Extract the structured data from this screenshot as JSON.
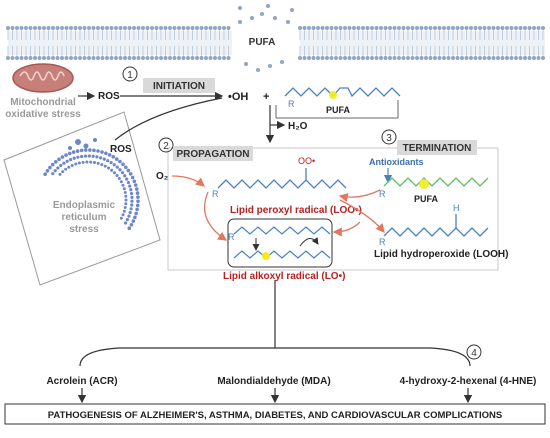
{
  "membrane": {
    "label": "PUFA"
  },
  "mito": {
    "caption_line1": "Mitochondrial",
    "caption_line2": "oxidative stress"
  },
  "er": {
    "caption_line1": "Endoplasmic",
    "caption_line2": "reticulum",
    "caption_line3": "stress"
  },
  "ros_left": "ROS",
  "ros_er": "ROS",
  "steps": {
    "initiation": {
      "number": "1",
      "label": "INITIATION"
    },
    "propagation": {
      "number": "2",
      "label": "PROPAGATION"
    },
    "termination": {
      "number": "3",
      "label": "TERMINATION"
    },
    "products": {
      "number": "4"
    }
  },
  "initiation": {
    "hydroxyl": "•OH",
    "plus": "+",
    "pufa_label": "PUFA",
    "r_label": "R",
    "water": "H₂O"
  },
  "propagation": {
    "oxygen": "O₂",
    "peroxyl_group": "OO•",
    "peroxyl_radical": "Lipid peroxyl radical (LOO•)",
    "alkoxyl_radical": "Lipid alkoxyl radical (LO•)",
    "r_label": "R"
  },
  "termination": {
    "antioxidants": "Antioxidants",
    "pufa_label": "PUFA",
    "hydroperoxide": "Lipid hydroperoxide (LOOH)",
    "h_label": "H",
    "r_label": "R"
  },
  "products": [
    {
      "name": "Acrolein (ACR)"
    },
    {
      "name": "Malondialdehyde (MDA)"
    },
    {
      "name": "4-hydroxy-2-hexenal (4-HNE)"
    }
  ],
  "outcome": "PATHOGENESIS OF ALZHEIMER'S, ASTHMA, DIABETES, AND CARDIOVASCULAR  COMPLICATIONS",
  "colors": {
    "chain_blue": "#4a7fc1",
    "pufa_green": "#5cc15c",
    "radical_red": "#b52020",
    "arrow_orange": "#e07860",
    "highlight_yellow": "#f3ec1a",
    "label_gray": "#888888",
    "box_gray": "#d9d9d9"
  }
}
